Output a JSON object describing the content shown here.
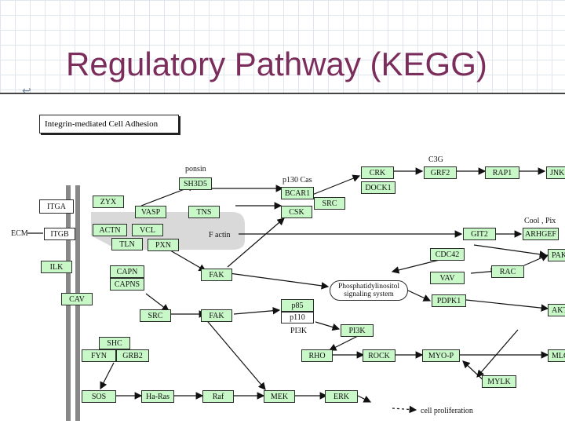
{
  "slide": {
    "title": "Regulatory Pathway (KEGG)"
  },
  "diagram": {
    "header": "Integrin-mediated Cell Adhesion",
    "labels": {
      "ecm": "ECM",
      "ponsin": "ponsin",
      "p130cas": "p130 Cas",
      "c3g": "C3G",
      "cool_pix": "Cool , Pix",
      "factin": "F actin",
      "pi3k_label": "PI3K",
      "cell_prolif": "cell proliferation"
    },
    "nodes": {
      "itga": "ITGA",
      "itgb": "ITGB",
      "ilk": "ILK",
      "cav": "CAV",
      "zyx": "ZYX",
      "vasp": "VASP",
      "tns": "TNS",
      "actn": "ACTN",
      "vcl": "VCL",
      "tln": "TLN",
      "pxn": "PXN",
      "sh3d5": "SH3D5",
      "capn": "CAPN",
      "capns": "CAPNS",
      "fak1": "FAK",
      "fak2": "FAK",
      "src1": "SRC",
      "src2": "SRC",
      "bcar1": "BCAR1",
      "csk": "CSK",
      "crk": "CRK",
      "dock1": "DOCK1",
      "grf2": "GRF2",
      "rap1": "RAP1",
      "jnk": "JNK",
      "git2": "GIT2",
      "arhgef": "ARHGEF",
      "cdc42": "CDC42",
      "pak": "PAK",
      "rac": "RAC",
      "vav": "VAV",
      "pdpk1": "PDPK1",
      "akt": "AKT",
      "p85": "p85",
      "p110": "p110",
      "pi3k": "PI3K",
      "rho": "RHO",
      "rock": "ROCK",
      "myop": "MYO-P",
      "mlc": "MLC",
      "mylk": "MYLK",
      "shc": "SHC",
      "fyn": "FYN",
      "grb2": "GRB2",
      "sos": "SOS",
      "haras": "Ha-Ras",
      "raf": "Raf",
      "mek": "MEK",
      "erk": "ERK",
      "pi_signal": "Phosphatidylinositol\nsignaling system"
    },
    "colors": {
      "gene_fill": "#c8f7c8",
      "title": "#7b2d5c",
      "membrane": "#888888",
      "shade": "#d9d9d9"
    }
  }
}
